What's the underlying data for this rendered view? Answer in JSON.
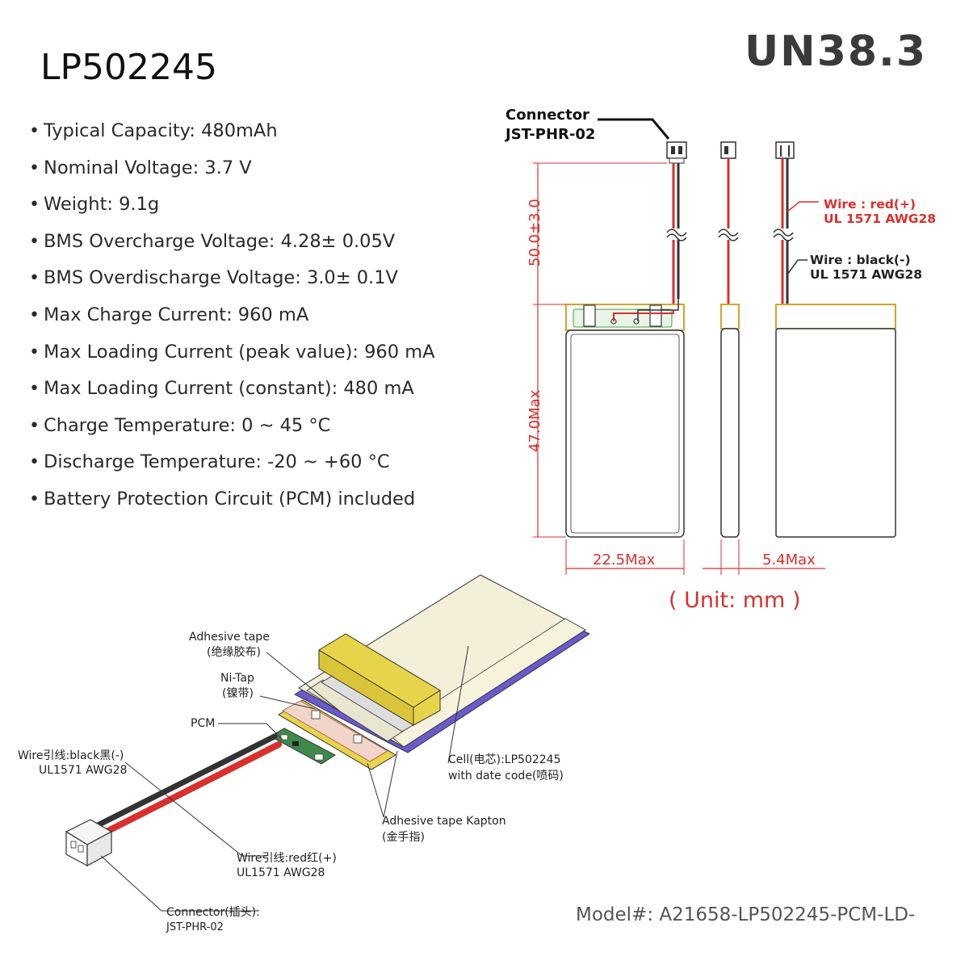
{
  "title": "LP502245",
  "certification": "UN38.3",
  "specs": [
    "Typical Capacity: 480mAh",
    "Nominal Voltage: 3.7 V",
    "Weight: 9.1g",
    "BMS Overcharge Voltage: 4.28± 0.05V",
    "BMS Overdischarge Voltage: 3.0± 0.1V",
    "Max Charge Current: 960 mA",
    "Max Loading Current (peak value): 960 mA",
    "Max Loading Current (constant): 480 mA",
    "Charge Temperature: 0 ~ 45 °C",
    "Discharge Temperature: -20 ~ +60 °C",
    "Battery Protection Circuit (PCM) included"
  ],
  "top_drawing": {
    "connector_label_1": "Connector",
    "connector_label_2": "JST-PHR-02",
    "wire_red_1": "Wire : red(+)",
    "wire_red_2": "UL 1571 AWG28",
    "wire_black_1": "Wire : black(-)",
    "wire_black_2": "UL 1571 AWG28",
    "dim_wire": "50.0±3.0",
    "dim_height": "47.0Max",
    "dim_width": "22.5Max",
    "dim_thickness": "5.4Max"
  },
  "unit_note": "( Unit: mm )",
  "exploded_view": {
    "adhesive_tape_1": "Adhesive tape",
    "adhesive_tape_2": "(绝缘胶布)",
    "ni_tap_1": "Ni-Tap",
    "ni_tap_2": "(镍带)",
    "pcm": "PCM",
    "wire_black_1": "Wire引线:black黑(-)",
    "wire_black_2": "UL1571 AWG28",
    "wire_red_1": "Wire引线:red红(+)",
    "wire_red_2": "UL1571 AWG28",
    "connector_1": "Connector(插头):",
    "connector_2": "JST-PHR-02",
    "cell_1": "Cell(电芯):LP502245",
    "cell_2": "with date code(喷码)",
    "kapton_1": "Adhesive tape Kapton",
    "kapton_2": "(金手指)"
  },
  "model_number": "Model#: A21658-LP502245-PCM-LD-",
  "colors": {
    "dimension": "#d8302c",
    "wire_red": "#d8302c",
    "wire_black": "#333333",
    "tape_yellow": "#e8d44a",
    "cell_side": "#6a5acd"
  }
}
